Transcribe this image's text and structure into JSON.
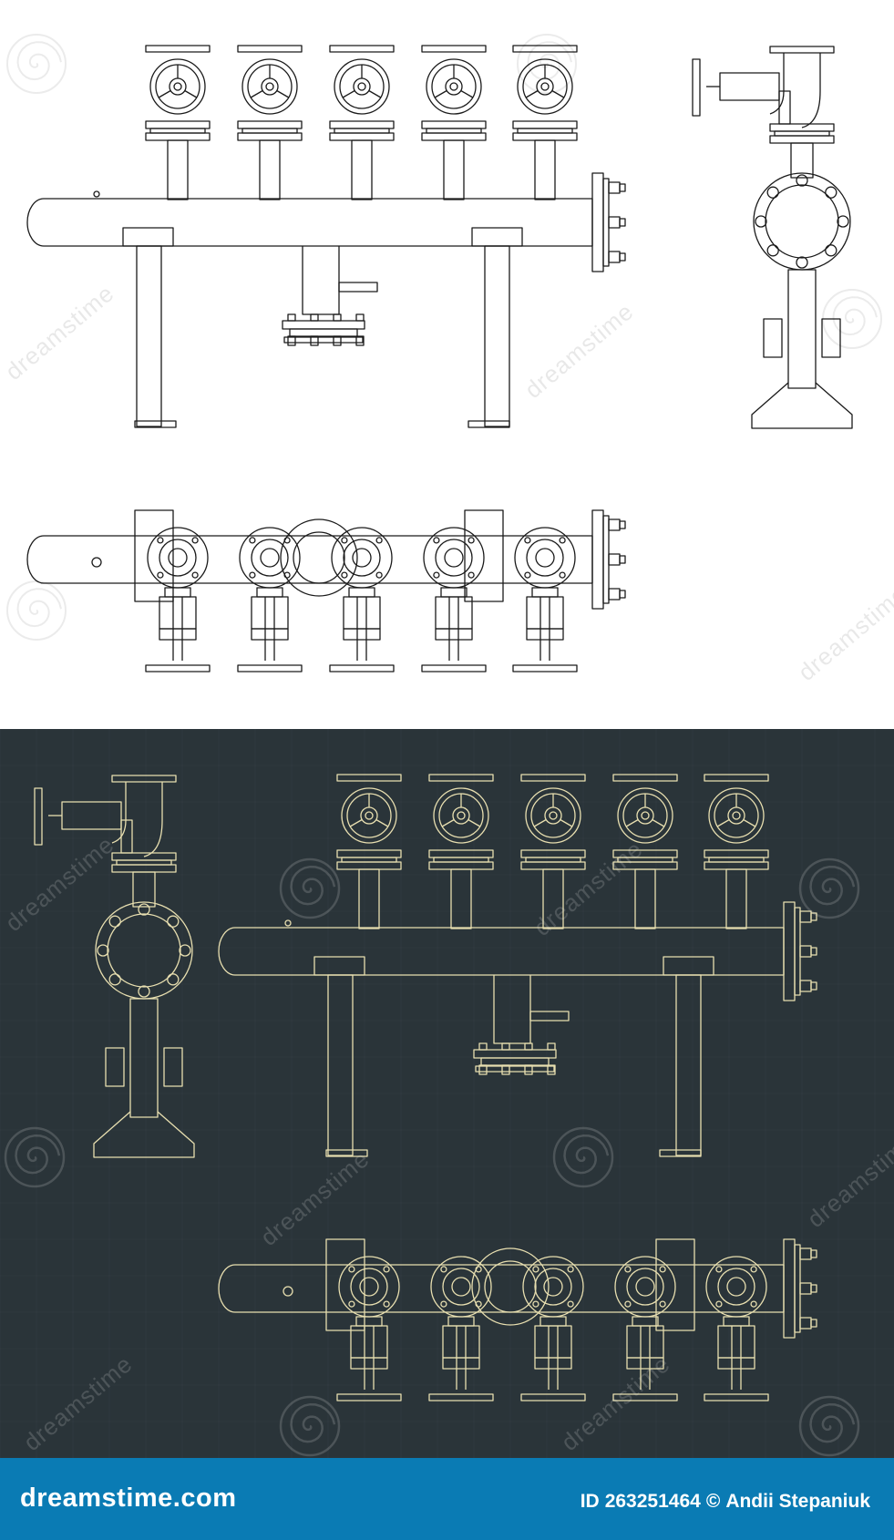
{
  "watermark": {
    "text": "dreamstime"
  },
  "footer": {
    "logo": "dreamstime.com",
    "id_label": "ID",
    "id_value": "263251464",
    "author": "Andii Stepaniuk",
    "copyright_symbol": "©"
  },
  "colors": {
    "light_bg": "#ffffff",
    "light_line": "#1a1a1a",
    "dark_bg": "#2a3439",
    "dark_line": "#e8dfb0",
    "footer_bg": "#0a7bb4",
    "footer_text": "#ffffff"
  }
}
